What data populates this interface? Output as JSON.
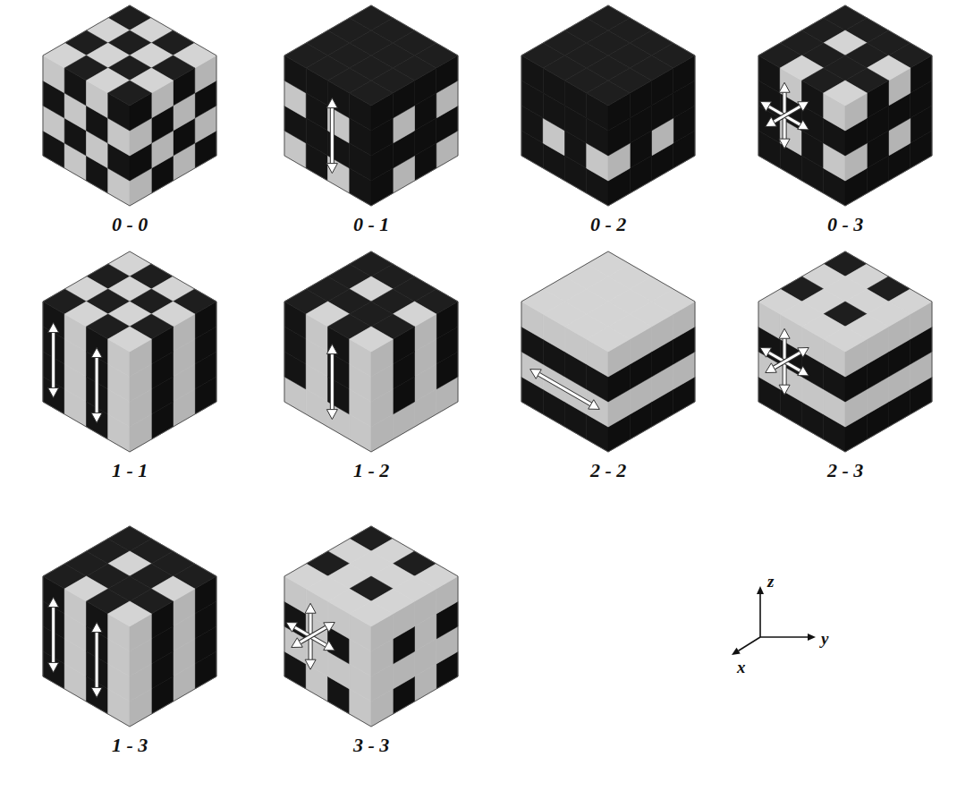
{
  "diagram": {
    "labels": [
      "0 - 0",
      "0 - 1",
      "0 - 2",
      "0 - 3",
      "1 - 1",
      "1 - 2",
      "2 - 2",
      "2 - 3",
      "1 - 3",
      "3 - 3",
      "z",
      "y",
      "x"
    ]
  }
}
